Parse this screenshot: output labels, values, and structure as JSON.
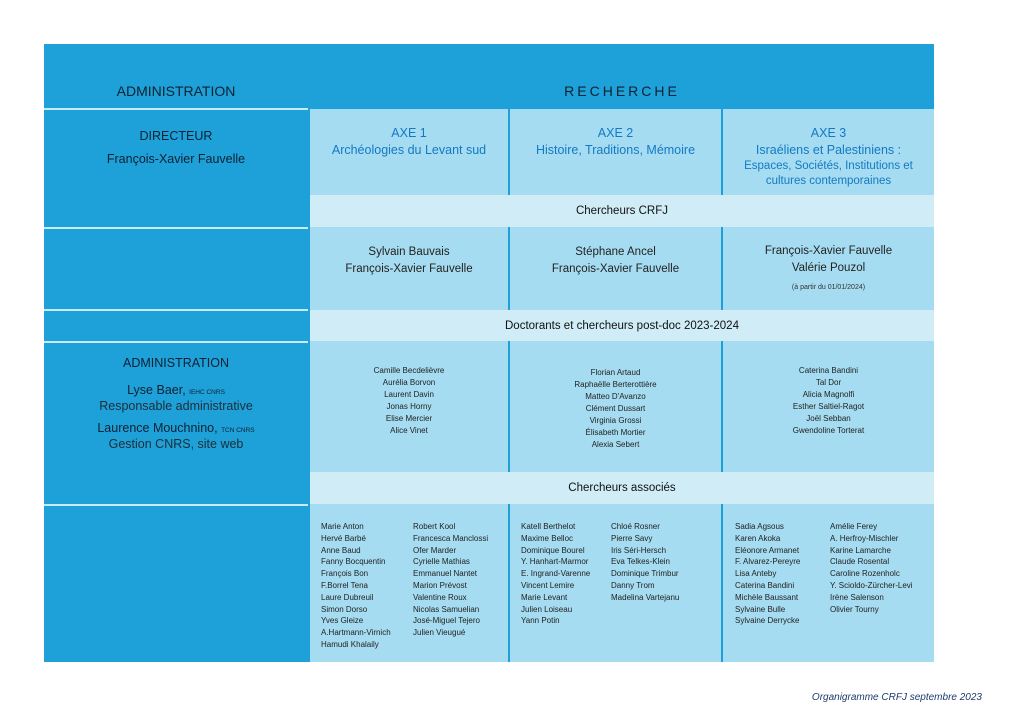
{
  "header": {
    "left_title": "ADMINISTRATION",
    "right_title": "RECHERCHE"
  },
  "director": {
    "title": "DIRECTEUR",
    "name": "François-Xavier Fauvelle"
  },
  "axes": [
    {
      "num": "AXE 1",
      "title": "Archéologies du Levant sud"
    },
    {
      "num": "AXE 2",
      "title": "Histoire, Traditions, Mémoire"
    },
    {
      "num": "AXE 3",
      "title": "Israéliens et Palestiniens :",
      "subtitle": [
        "Espaces, Sociétés, Institutions et",
        "cultures contemporaines"
      ]
    }
  ],
  "bands": {
    "researchers": "Chercheurs CRFJ",
    "doctoral": "Doctorants et chercheurs post-doc 2023-2024",
    "associates": "Chercheurs associés"
  },
  "researchers": [
    [
      "Sylvain Bauvais",
      "François-Xavier Fauvelle"
    ],
    [
      "Stéphane Ancel",
      "François-Xavier Fauvelle"
    ],
    [
      "François-Xavier Fauvelle",
      "Valérie Pouzol"
    ]
  ],
  "researchers_note": "(à partir du 01/01/2024)",
  "administration": {
    "title": "ADMINISTRATION",
    "people": [
      {
        "name": "Lyse Baer,",
        "tag": "IEHC CNRS",
        "role": "Responsable administrative"
      },
      {
        "name": "Laurence Mouchnino,",
        "tag": "TCN CNRS",
        "role": "Gestion CNRS, site web"
      }
    ]
  },
  "doctoral": [
    [
      "Camille Becdelièvre",
      "Aurélia Borvon",
      "Laurent Davin",
      "Jonas Horny",
      "Elise Mercier",
      "Alice Vinet"
    ],
    [
      "Florian Artaud",
      "Raphaëlle Berterottière",
      "Matteo D'Avanzo",
      "Clément Dussart",
      "Virginia Grossi",
      "Élisabeth Mortier",
      "Alexia Sebert"
    ],
    [
      "Caterina Bandini",
      "Tal Dor",
      "Alicia Magnolfi",
      "Esther Saltiel-Ragot",
      "Joël Sebban",
      "Gwendoline Torterat"
    ]
  ],
  "associates": [
    {
      "col1": [
        "Marie Anton",
        "Hervé Barbé",
        "Anne Baud",
        "Fanny Bocquentin",
        "François Bon",
        "F.Borrel Tena",
        "Laure Dubreuil",
        "Simon Dorso",
        "Yves Gleize",
        "A.Hartmann-Virnich",
        "Hamudi Khalaily"
      ],
      "col2": [
        "Robert Kool",
        "Francesca Manclossi",
        "Ofer Marder",
        "Cyrielle Mathias",
        "Emmanuel Nantet",
        "Marion Prévost",
        "Valentine Roux",
        "Nicolas Samuelian",
        "José-Miguel Tejero",
        "Julien Vieugué"
      ]
    },
    {
      "col1": [
        "Katell Berthelot",
        "Maxime Belloc",
        "Dominique Bourel",
        "Y. Hanhart-Marmor",
        "E. Ingrand-Varenne",
        "Vincent Lemire",
        "Marie Levant",
        "Julien Loiseau",
        "Yann Potin"
      ],
      "col2": [
        "Chloé Rosner",
        "Pierre Savy",
        "Iris Séri-Hersch",
        "Eva Telkes-Klein",
        "Dominique Trimbur",
        "Danny Trom",
        "Madelina Vartejanu"
      ]
    },
    {
      "col1": [
        "Sadia Agsous",
        "Karen Akoka",
        "Eléonore Armanet",
        "F. Alvarez-Pereyre",
        "Lisa Anteby",
        "Caterina Bandini",
        "Michèle Baussant",
        "Sylvaine Bulle",
        "Sylvaine Derrycke"
      ],
      "col2": [
        "Amélie Ferey",
        "A. Herfroy-Mischler",
        "Karine Lamarche",
        "Claude Rosental",
        "Caroline Rozenholc",
        "Y. Scioldo-Zürcher-Levi",
        "Irène Salenson",
        "Olivier Tourny"
      ]
    }
  ],
  "footer": "Organigramme CRFJ septembre 2023",
  "colors": {
    "dark_blue": "#1ea0d8",
    "mid_blue": "#a5dcf1",
    "pale_blue": "#cfecf7",
    "axis_text": "#1479c4"
  }
}
